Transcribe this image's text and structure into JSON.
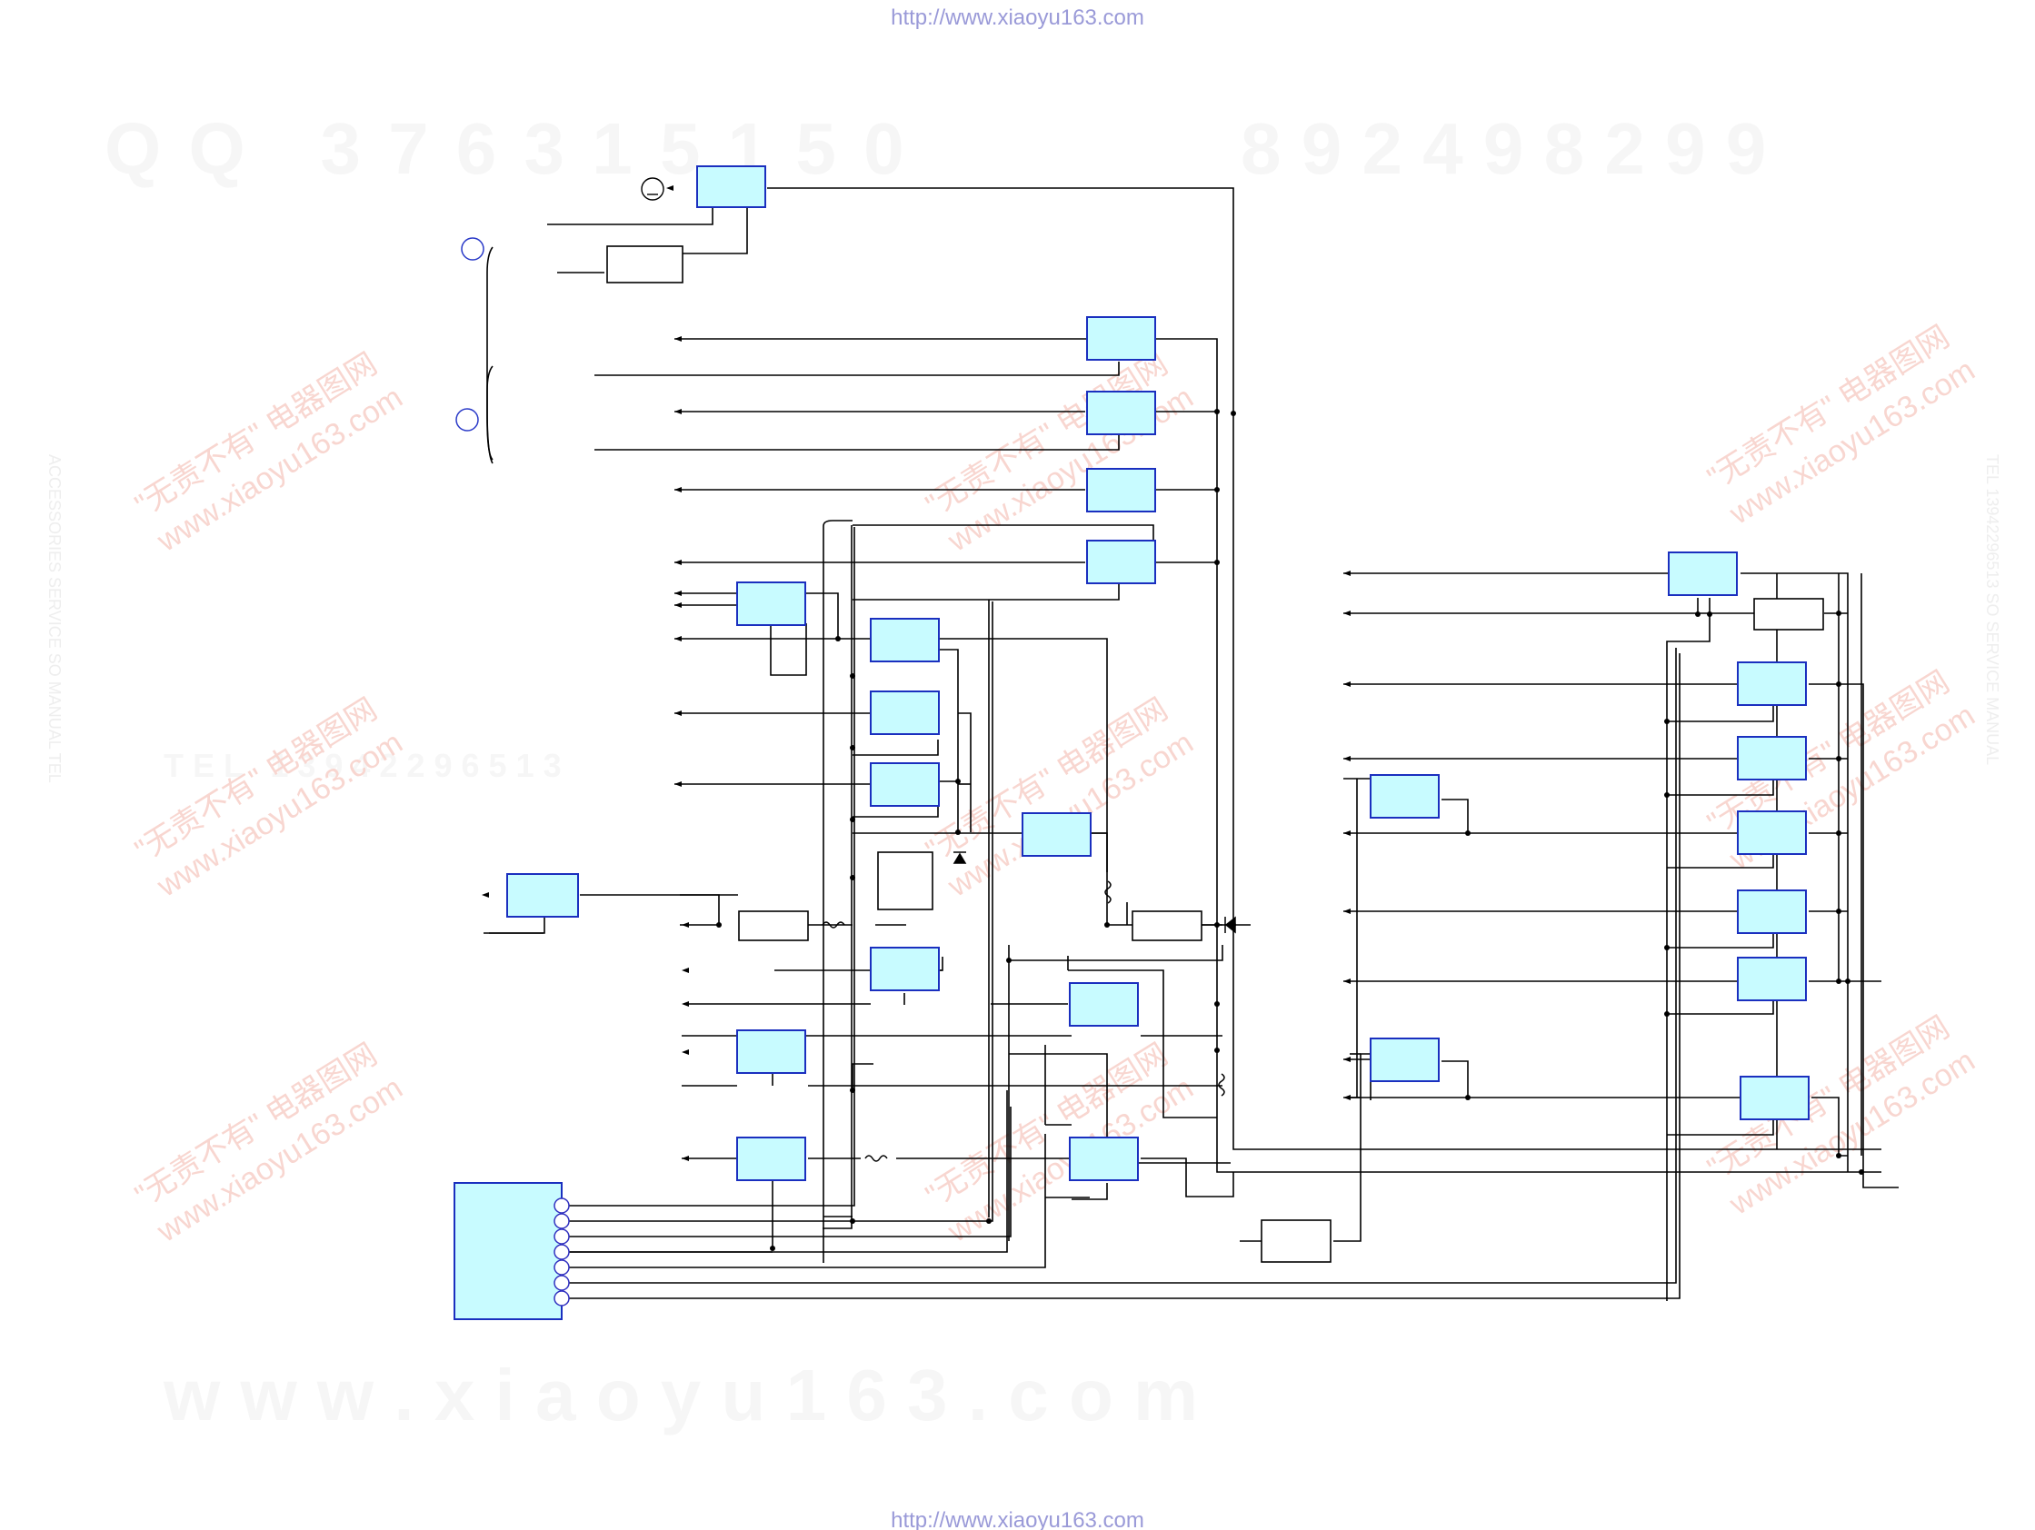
{
  "header": {
    "url": "http://www.xiaoyu163.com"
  },
  "footer": {
    "url": "http://www.xiaoyu163.com"
  },
  "watermarks": {
    "qq_label": "Q Q   3 7 6 3 1 5 1 5 0",
    "qq_number": "8 9 2 4 9 8 2 9 9",
    "tel": "T E L   1 3 9 4 2 2 9 6 5 1 3",
    "site": "w w w . x i a o y u 1 6 3 . c o m",
    "stamp_line1": "\"无责不有\" 电器图网",
    "stamp_line2": "www.xiaoyu163.com",
    "side_left": "ACCESSORIES SERVICE SO MANUAL TEL",
    "side_right": "TEL 13942296513 SO SERVICE MANUAL"
  },
  "colors": {
    "block_fill": "#c8fbff",
    "block_stroke": "#1a2fbf",
    "wire": "#000000",
    "connector_stroke": "#3030c0",
    "url_text": "#9a9ad8",
    "watermark_red": "#f8d6d0"
  }
}
